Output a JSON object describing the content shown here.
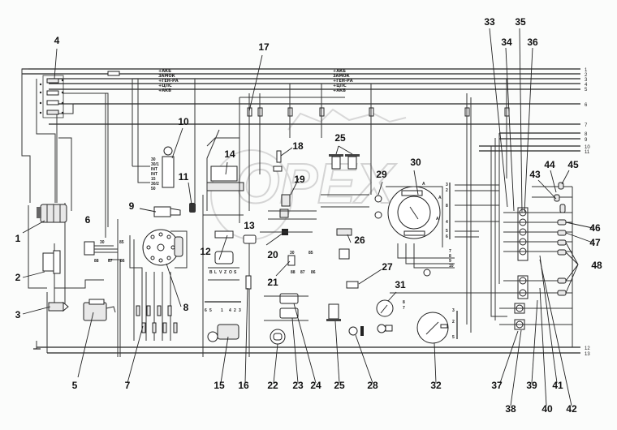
{
  "diagram": {
    "title": "Wiring diagram",
    "watermark": "OPEX",
    "bus_labels": [
      "+АКБ",
      "ЗАМОК",
      "+ГЕН-РА",
      "+ЦПС",
      "+АКБ"
    ],
    "line_numbers": [
      "1",
      "2",
      "3",
      "4",
      "5",
      "6",
      "7",
      "8",
      "9",
      "10",
      "11",
      "12",
      "13"
    ],
    "ignition_switch_terminals": [
      "30",
      "30/1",
      "INT",
      "INT",
      "15",
      "30/2",
      "50"
    ],
    "relay_terminals": [
      "30",
      "85",
      "88",
      "87",
      "86"
    ],
    "relay21_terminals": [
      "30",
      "85",
      "88",
      "87",
      "86"
    ],
    "connector_terminals_15": [
      "6",
      "5",
      "1",
      "4",
      "2",
      "3"
    ],
    "connector_terminals_12": [
      "B",
      "L",
      "V",
      "Z",
      "O",
      "S"
    ],
    "cluster_marks": [
      "A",
      "A",
      "A",
      "A"
    ],
    "cluster_terminals": [
      "3",
      "2",
      "8",
      "4",
      "5",
      "6",
      "7",
      "8",
      "9",
      "10"
    ],
    "gauge32_terminals": [
      "3",
      "2",
      "5"
    ],
    "gauge31_terminals": [
      "8",
      "7"
    ],
    "callouts": [
      {
        "id": "1"
      },
      {
        "id": "2"
      },
      {
        "id": "3"
      },
      {
        "id": "4"
      },
      {
        "id": "5"
      },
      {
        "id": "6"
      },
      {
        "id": "7"
      },
      {
        "id": "8"
      },
      {
        "id": "9"
      },
      {
        "id": "10"
      },
      {
        "id": "11"
      },
      {
        "id": "12"
      },
      {
        "id": "13"
      },
      {
        "id": "14"
      },
      {
        "id": "15"
      },
      {
        "id": "16"
      },
      {
        "id": "17"
      },
      {
        "id": "18"
      },
      {
        "id": "19"
      },
      {
        "id": "20"
      },
      {
        "id": "21"
      },
      {
        "id": "22"
      },
      {
        "id": "23"
      },
      {
        "id": "24"
      },
      {
        "id": "25"
      },
      {
        "id": "25"
      },
      {
        "id": "26"
      },
      {
        "id": "27"
      },
      {
        "id": "28"
      },
      {
        "id": "29"
      },
      {
        "id": "30"
      },
      {
        "id": "31"
      },
      {
        "id": "32"
      },
      {
        "id": "33"
      },
      {
        "id": "34"
      },
      {
        "id": "35"
      },
      {
        "id": "36"
      },
      {
        "id": "37"
      },
      {
        "id": "38"
      },
      {
        "id": "39"
      },
      {
        "id": "40"
      },
      {
        "id": "41"
      },
      {
        "id": "42"
      },
      {
        "id": "43"
      },
      {
        "id": "44"
      },
      {
        "id": "45"
      },
      {
        "id": "46"
      },
      {
        "id": "47"
      },
      {
        "id": "48"
      }
    ]
  }
}
